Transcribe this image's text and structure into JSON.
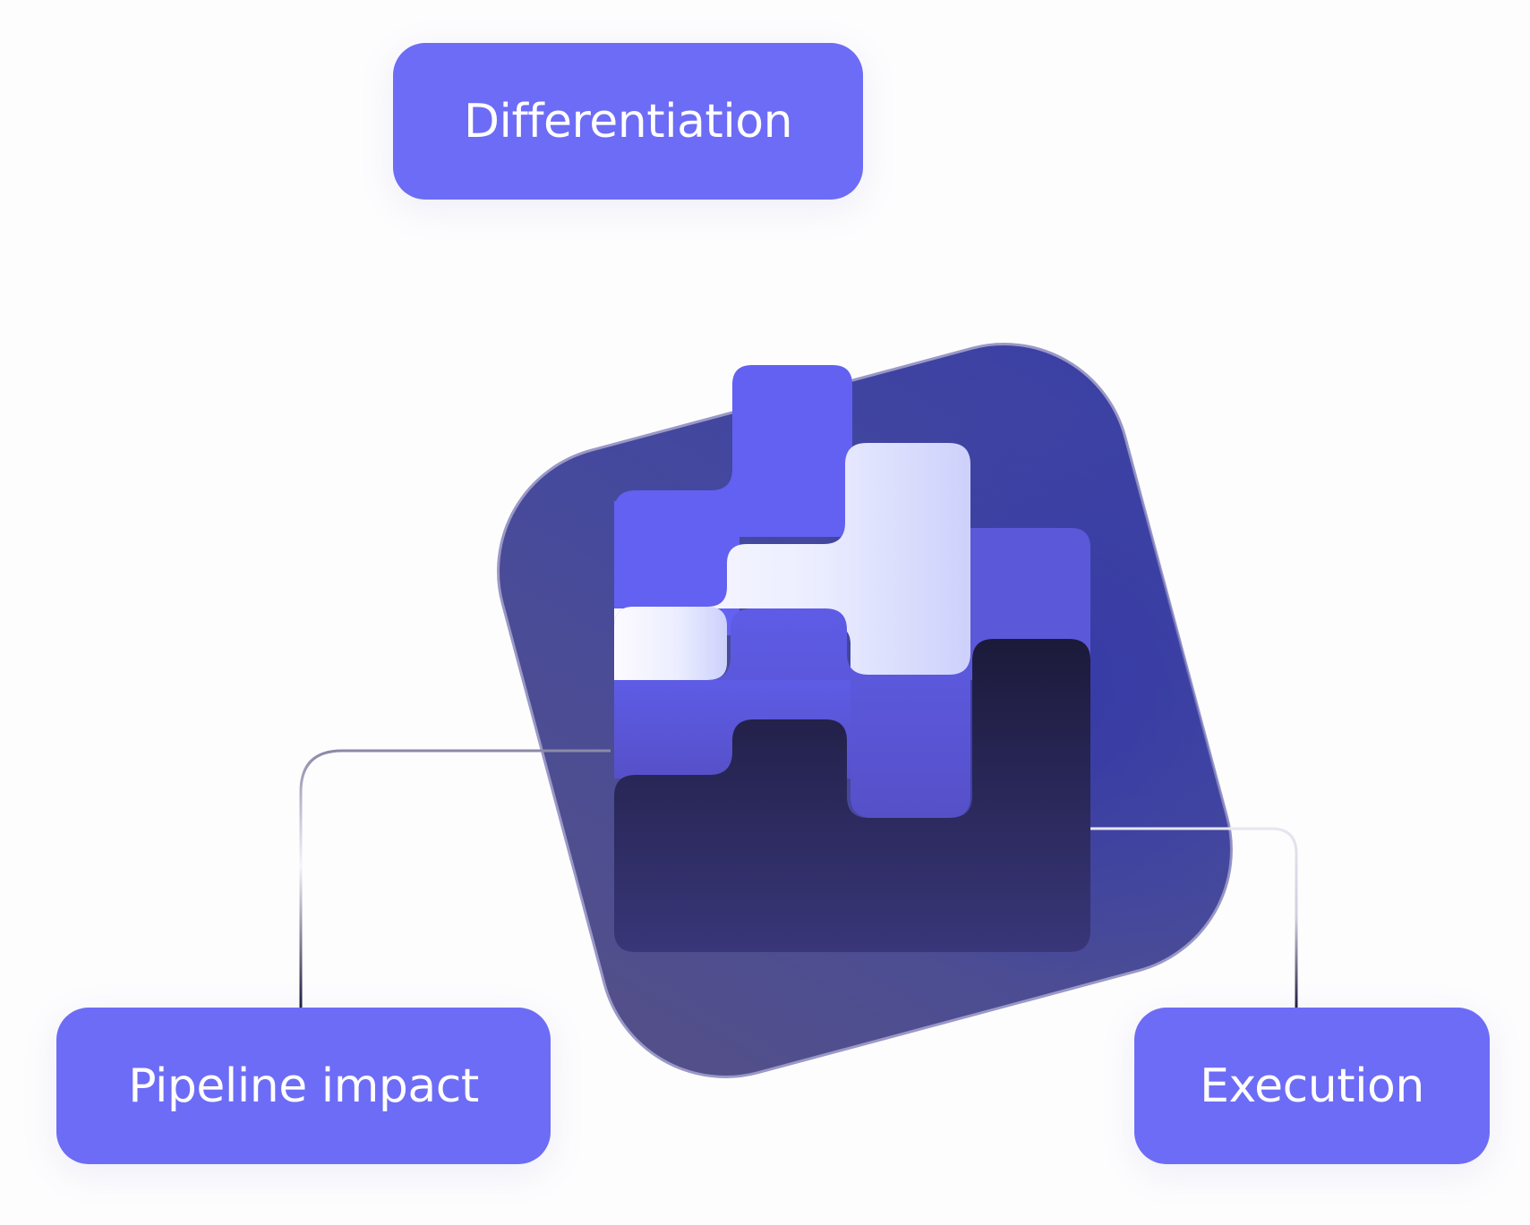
{
  "labels": {
    "top": "Differentiation",
    "left": "Pipeline impact",
    "right": "Execution"
  },
  "colors": {
    "label_bg": "#6d6cf6",
    "backdrop_dark": "#4c4b8c",
    "backdrop_blue": "#3b3fa0",
    "block_indigo": "#6462f0",
    "block_light": "#f6f5fd",
    "block_mid": "#5a56d8",
    "block_dark": "#1e1c3d",
    "connector": "#2b2950"
  },
  "icons": {
    "center": "stacked-blocks-logo-icon"
  }
}
